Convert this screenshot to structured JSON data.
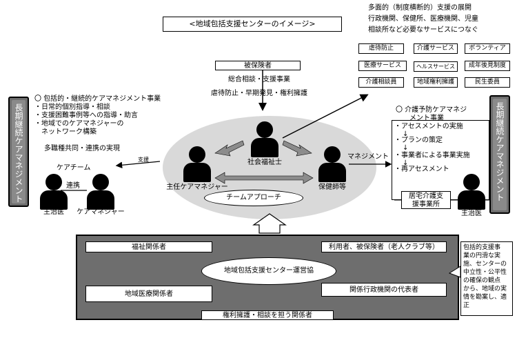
{
  "title": "<地域包括支援センターのイメージ>",
  "top_right": {
    "lines": [
      "多面的（制度横断的）支援の展開",
      "行政機関、保健所、医療機関、児童",
      "相談所など必要なサービスにつなぐ"
    ],
    "tags": [
      "虐待防止",
      "介護サービス",
      "ボランティア",
      "医療サービス",
      "ヘルスサービス",
      "成年後見制度",
      "介護相談員",
      "地域権利擁護",
      "民生委員"
    ]
  },
  "left_bar": "長期継続ケアマネジメント",
  "right_bar": "長期継続ケアマネジメント",
  "center_top": {
    "insured": "被保険者",
    "consult": "総合相談・支援事業",
    "abuse": "虐待防止・早期発見・権利擁護"
  },
  "left_list": {
    "items": [
      "〇 包括的・継続的ケアマネジメント事業",
      "・日常的個別指導・相談",
      "・支援困難事例等への指導・助言",
      "・地域でのケアマネジャーの",
      "　ネットワーク構築"
    ],
    "collab": "多職種共同・連携の実現"
  },
  "care_team": {
    "title": "ケアチーム",
    "support": "支援",
    "link": "連携",
    "doctor": "主治医",
    "manager": "ケアマネジャー"
  },
  "center_staff": {
    "social_worker": "社会福祉士",
    "chief_manager": "主任ケアマネジャー",
    "nurse": "保健師等",
    "approach": "チームアプローチ",
    "management": "マネジメント"
  },
  "right_list": {
    "title1": "〇 介護予防ケアマネジ",
    "title2": "メント事業",
    "items": [
      "・アセスメントの実施",
      "↓",
      "・プランの策定",
      "↓",
      "・事業者による事業実施",
      "↓",
      "・再アセスメント"
    ],
    "office": [
      "居宅介護支",
      "援事業所"
    ],
    "doctor": "主治医"
  },
  "council": {
    "welfare": "福祉関係者",
    "users": "利用者、被保険者（老人クラブ等）",
    "center": "地域包括支援センター運営協",
    "medical": "地域医療関係者",
    "admin": "関係行政機関の代表者",
    "rights": "権利擁護・相談を担う関係者"
  },
  "callout": [
    "包括的支援事",
    "業の円滑な実",
    "施、センターの",
    "中立性・公平性",
    "の確保の観点",
    "から、地域の実",
    "情を勘案し、適",
    "正"
  ]
}
